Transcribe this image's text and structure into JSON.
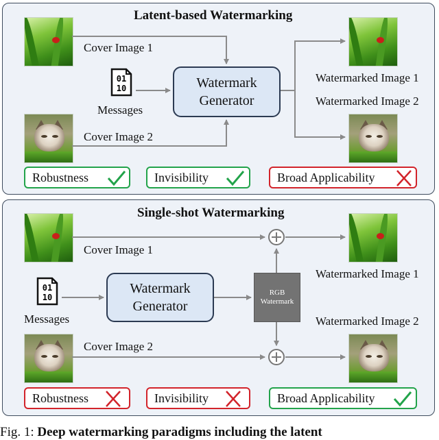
{
  "colors": {
    "panel_bg": "#eef2f8",
    "generator_fill": "#dce7f5",
    "good": "#22a34a",
    "bad": "#d2232a",
    "rgb_box": "#737373"
  },
  "panel_top": {
    "title": "Latent-based  Watermarking",
    "cover_image_1": "Cover Image 1",
    "cover_image_2": "Cover Image 2",
    "messages": "Messages",
    "message_bits": "01\n10",
    "generator_line1": "Watermark",
    "generator_line2": "Generator",
    "watermarked_image_1": "Watermarked Image 1",
    "watermarked_image_2": "Watermarked Image 2",
    "badges": [
      {
        "label": "Robustness",
        "status": "check"
      },
      {
        "label": "Invisibility",
        "status": "check"
      },
      {
        "label": "Broad Applicability",
        "status": "cross"
      }
    ]
  },
  "panel_bottom": {
    "title": "Single-shot  Watermarking",
    "cover_image_1": "Cover Image 1",
    "cover_image_2": "Cover Image 2",
    "messages": "Messages",
    "message_bits": "01\n10",
    "generator_line1": "Watermark",
    "generator_line2": "Generator",
    "rgb_line1": "RGB",
    "rgb_line2": "Watermark",
    "watermarked_image_1": "Watermarked Image 1",
    "watermarked_image_2": "Watermarked Image 2",
    "badges": [
      {
        "label": "Robustness",
        "status": "cross"
      },
      {
        "label": "Invisibility",
        "status": "cross"
      },
      {
        "label": "Broad Applicability",
        "status": "check"
      }
    ]
  },
  "caption": {
    "prefix": "Fig. 1: ",
    "text": "Deep watermarking paradigms including the latent"
  },
  "icons": [
    "document-icon",
    "check-icon",
    "cross-icon",
    "plus-circle-icon",
    "cover-image-leaf",
    "cover-image-cat"
  ]
}
